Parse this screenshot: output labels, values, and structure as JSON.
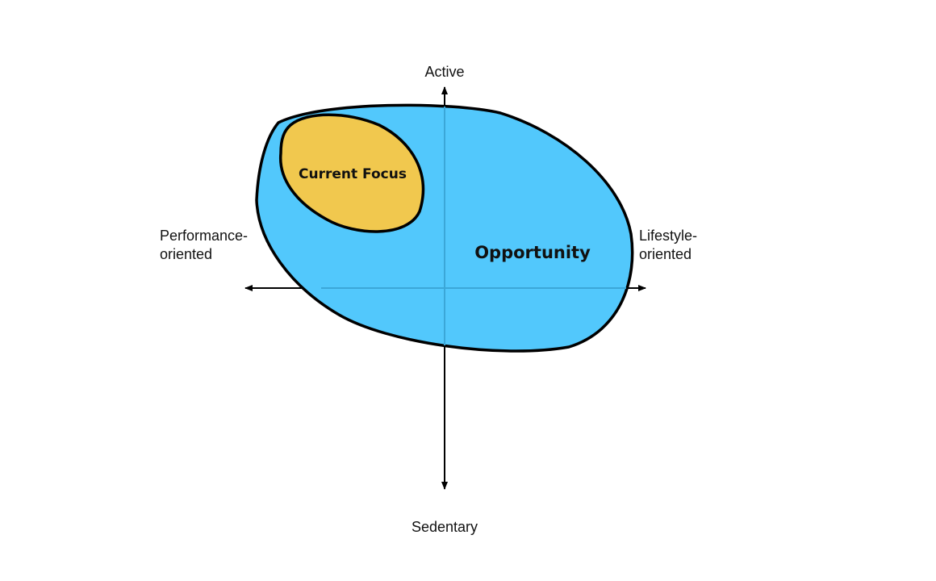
{
  "axes": {
    "top_label": "Active",
    "bottom_label": "Sedentary",
    "left_label_line1": "Performance-",
    "left_label_line2": "oriented",
    "right_label_line1": "Lifestyle-",
    "right_label_line2": "oriented"
  },
  "regions": {
    "opportunity": {
      "label": "Opportunity",
      "fill": "#52c8fc"
    },
    "current_focus": {
      "label": "Current Focus",
      "fill": "#f1c84e"
    }
  },
  "colors": {
    "outline": "#000000",
    "axis": "#000000",
    "inner_axis": "#3ba7d8"
  }
}
